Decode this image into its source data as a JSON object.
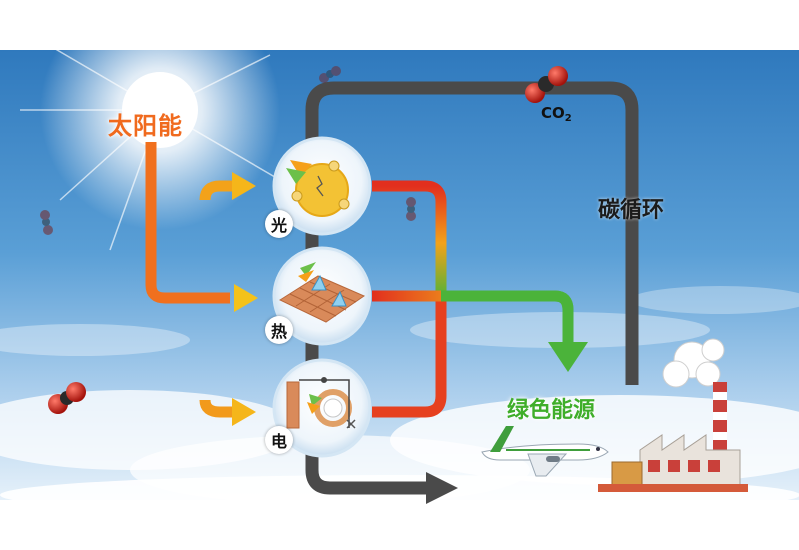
{
  "labels": {
    "solar_energy": "太阳能",
    "carbon_cycle": "碳循环",
    "green_energy": "绿色能源",
    "co2_main": "CO",
    "co2_sub": "2"
  },
  "pathways": {
    "light": "光",
    "heat": "热",
    "electricity": "电"
  },
  "colors": {
    "solar_orange": "#f06a1e",
    "green": "#3fae2a",
    "gray_loop": "#4a4a4a",
    "sky_blue": "#3e86c4"
  },
  "icons": [
    "sun-icon",
    "photocatalyst-icon",
    "thermocatalyst-icon",
    "electrolysis-icon",
    "airplane-icon",
    "factory-icon",
    "co2-molecule-icon"
  ]
}
